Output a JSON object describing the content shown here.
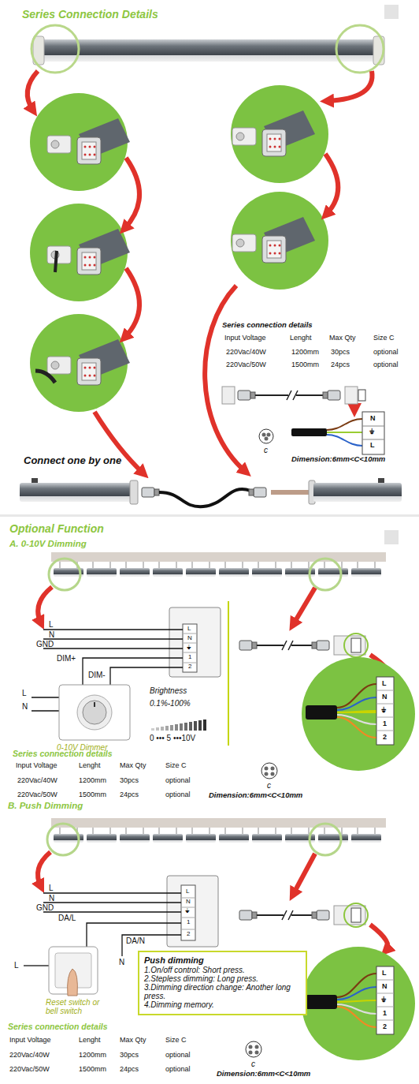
{
  "diagram": {
    "title": "Series Connection Details",
    "nodes": [
      {
        "text": [
          "Push dimming",
          "1.On/off control: Short press.",
          "2.Stepless dimming: Long press.",
          "3.Dimming direction change: Another long press.",
          "4.Dimming memory."
        ]
      }
    ],
    "labels": [
      "Series connection details",
      "Input Voltage",
      "Lenght",
      "Max Qty",
      "Size C",
      "220Vac/40W",
      "1200mm",
      "30pcs",
      "optional",
      "220Vac/50W",
      "1500mm",
      "24pcs",
      "optional",
      "N",
      "⏚",
      "L",
      "c",
      "Dimension:6mm<C<10mm",
      "Connect one by one",
      "Optional Function",
      "A. 0-10V Dimming",
      "L",
      "N",
      "GND",
      "DIM+",
      "DIM-",
      "L",
      "N",
      "0-10V Dimmer",
      "Brightness",
      "0.1%-100%",
      "0 ••• 5 •••10V",
      "L",
      "N",
      "⏚",
      "1",
      "2",
      "L",
      "N",
      "⏚",
      "1",
      "2",
      "Series connection details",
      "Input Voltage",
      "Lenght",
      "Max Qty",
      "Size C",
      "220Vac/40W",
      "1200mm",
      "30pcs",
      "optional",
      "220Vac/50W",
      "1500mm",
      "24pcs",
      "optional",
      "c",
      "Dimension:6mm<C<10mm",
      "B. Push Dimming",
      "L",
      "N",
      "GND",
      "DA/L",
      "DA/N",
      "N",
      "L",
      "Reset switch or bell switch",
      "L",
      "N",
      "⏚",
      "1",
      "2",
      "L",
      "N",
      "⏚",
      "1",
      "2",
      "Series connection details",
      "Input Voltage",
      "Lenght",
      "Max Qty",
      "Size C",
      "220Vac/40W",
      "1200mm",
      "30pcs",
      "optional",
      "220Vac/50W",
      "1500mm",
      "24pcs",
      "optional",
      "c",
      "Dimension:6mm<C<10mm"
    ]
  }
}
